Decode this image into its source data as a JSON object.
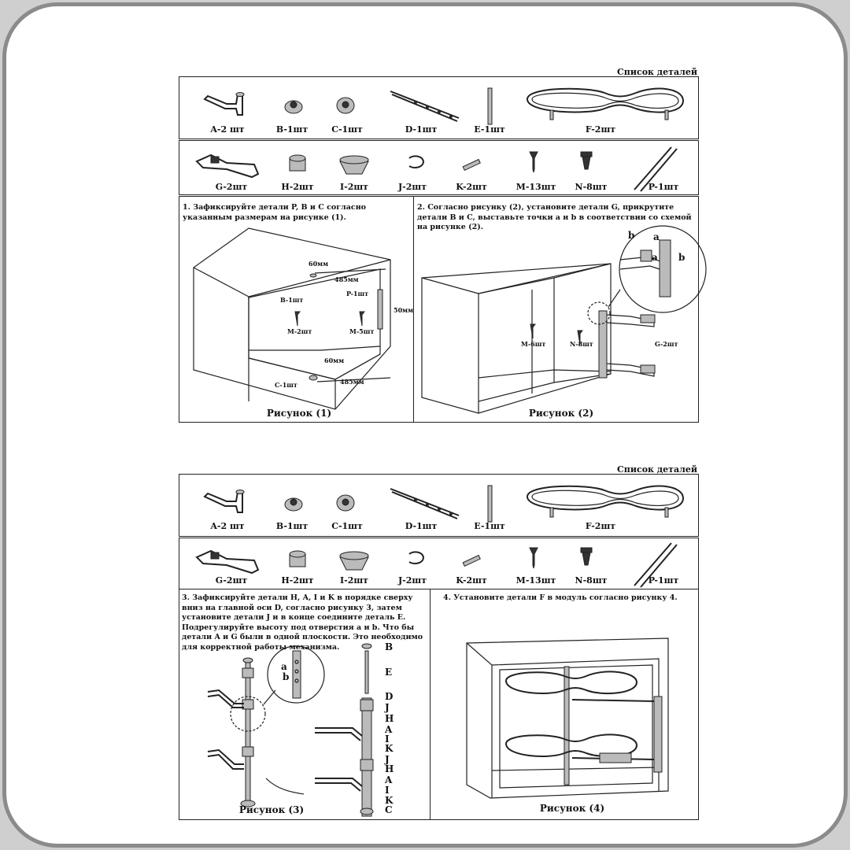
{
  "list_title": "Список деталей",
  "parts_row1": [
    "A-2 шт",
    "B-1шт",
    "C-1шт",
    "D-1шт",
    "E-1шт",
    "F-2шт"
  ],
  "parts_row2": [
    "G-2шт",
    "H-2шт",
    "I-2шт",
    "J-2шт",
    "K-2шт",
    "M-13шт",
    "N-8шт",
    "P-1шт"
  ],
  "step1": {
    "text": "1. Зафиксируйте детали P, B и C согласно указанным размерам на рисунке (1).",
    "caption": "Рисунок (1)",
    "ann": {
      "dim60_top": "60мм",
      "dim485_top": "485мм",
      "b": "B-1шт",
      "p": "P-1шт",
      "dim50": "50мм",
      "m2": "M-2шт",
      "m5": "M-5шт",
      "dim60_bot": "60мм",
      "c": "C-1шт",
      "dim485_bot": "485мм"
    }
  },
  "step2": {
    "text": "2. Согласно рисунку (2), установите детали G, прикрутите детали B и C, выставьте точки a и b в соответствии со схемой на рисунке (2).",
    "caption": "Рисунок (2)",
    "ann": {
      "m6": "M-6шт",
      "n8": "N-8шт",
      "g2": "G-2шт",
      "b1": "b",
      "a1": "a",
      "a2": "a",
      "b2": "b"
    }
  },
  "step3": {
    "text": "3. Зафиксируйте детали H, A, I и K в порядке сверху вниз на главной оси D, согласно рисунку 3, затем установите детали J и в конце соедините деталь E. Подрегулируйте высоту под отверстия a и b. Что бы детали A и G были в одной плоскости. Это необходимо для корректной работы механизма.",
    "caption": "Рисунок (3)",
    "zoom": {
      "a": "a",
      "b": "b"
    },
    "letters": [
      "B",
      "E",
      "D",
      "J",
      "H",
      "A",
      "I",
      "K",
      "J",
      "H",
      "A",
      "I",
      "K",
      "C"
    ]
  },
  "step4": {
    "text": "4. Установите детали F в модуль согласно рисунку 4.",
    "caption": "Рисунок (4)"
  }
}
